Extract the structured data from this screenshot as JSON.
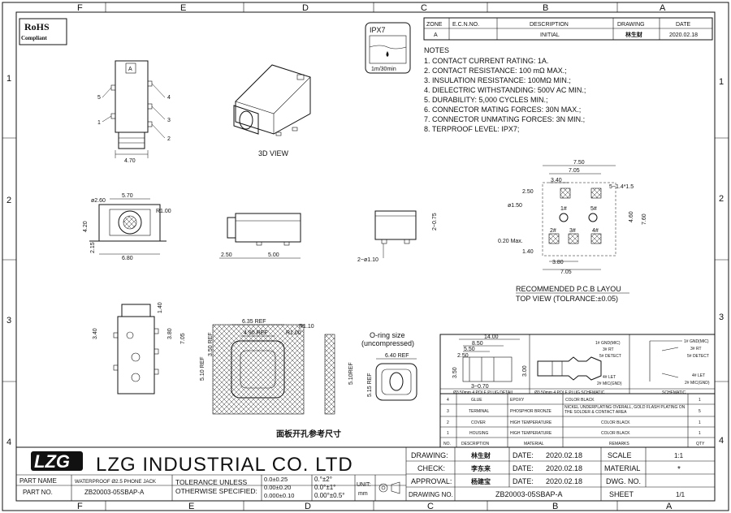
{
  "frame": {
    "columns": [
      "F",
      "E",
      "D",
      "C",
      "B",
      "A"
    ],
    "rows": [
      "1",
      "2",
      "3",
      "4"
    ]
  },
  "rohs": {
    "line1": "RoHS",
    "line2": "Compliant"
  },
  "ipx": {
    "label": "IPX7",
    "depth": "1m/30min"
  },
  "revision": {
    "headers": [
      "ZONE",
      "E.C.N.NO.",
      "DESCRIPTION",
      "DRAWING",
      "DATE"
    ],
    "row": {
      "zone": "A",
      "ecn": "",
      "description": "INITIAL",
      "drawing": "林生财",
      "date": "2020.02.18"
    }
  },
  "notes": {
    "title": "NOTES",
    "items": [
      "1. CONTACT CURRENT RATING: 1A.",
      "2. CONTACT RESISTANCE: 100 mΩ MAX.;",
      "3. INSULATION RESISTANCE: 100MΩ MIN.;",
      "4. DIELECTRIC WITHSTANDING: 500V AC MIN.;",
      "5. DURABILITY: 5,000 CYCLES MIN.;",
      "6. CONNECTOR MATING FORCES: 30N   MAX.;",
      "7. CONNECTOR UNMATING FORCES: 3N MIN.;",
      "8. TERPROOF LEVEL: IPX7;"
    ]
  },
  "views": {
    "view3d": "3D VIEW",
    "pcb_title": "RECOMMENDED P.C.B LAYOU",
    "pcb_sub": "TOP VIEW (TOLRANCE:±0.05)",
    "panel_title": "面板开孔参考尺寸",
    "oring": "O-ring size",
    "oring2": "(uncompressed)"
  },
  "dims": {
    "front_top": "A",
    "w470": "4.70",
    "d570": "5.70",
    "d260": "ø2.60",
    "r100": "R1.00",
    "d420": "4.20",
    "d215": "2.15",
    "d680": "6.80",
    "d250": "2.50",
    "d500": "5.00",
    "d075": "2~0.75",
    "d110": "2~ø1.10",
    "d140": "1.40",
    "d340": "3.40",
    "d380": "3.80",
    "d705": "7.05",
    "p750": "7.50",
    "p705": "7.05",
    "p340": "3.40",
    "p250": "2.50",
    "p514": "5~1.4*1.5",
    "p150": "ø1.50",
    "p460": "4.60",
    "p760": "7.60",
    "p020": "0.20 Max.",
    "p140": "1.40",
    "p380": "3.80",
    "p705b": "7.05",
    "pins": [
      "1#",
      "5#",
      "2#",
      "3#",
      "4#"
    ],
    "h635": "6.35 REF",
    "h490": "4.90 REF",
    "h350": "3.50 REF",
    "h510": "5.10 REF",
    "hR1": "R1.00",
    "hR2": "R1.10",
    "o640": "6.40 REF",
    "o510": "5.10REF",
    "o515": "5.15 REF",
    "pin_labels": [
      "5",
      "1",
      "4",
      "3",
      "2"
    ]
  },
  "plug": {
    "d1400": "14.00",
    "d850": "8.50",
    "d550": "5.50",
    "d250": "2.50",
    "d350": "3.50",
    "d370": "3~0.70",
    "d300": "3.00",
    "signals_left": [
      "1# GND(MIC)",
      "3# RT",
      "5# DETECT",
      "4# LET",
      "2# MIC(GND)"
    ],
    "signals_right": [
      "1# GND(MIC)",
      "3# RT",
      "5# DETECT",
      "4# LET",
      "2# MIC(GND)"
    ],
    "caption_detail": "Ø3.50mm 4 POLE PLUG DETAIL",
    "caption_schematic": "Ø3.50mm 4 POLE PLUG SCHEMATIC",
    "caption_sch2": "SCHEMATIC"
  },
  "bom": {
    "headers": [
      "NO.",
      "DESCRIPTION",
      "MATERIAL",
      "REMARKS",
      "QTY"
    ],
    "rows": [
      {
        "no": "4",
        "desc": "GLUE",
        "mat": "EPOXY",
        "remarks": "COLOR BLACK",
        "qty": "1"
      },
      {
        "no": "3",
        "desc": "TERMINAL",
        "mat": "PHOSPHOR BRONZE",
        "remarks": "NICKEL UNDERPLATING OVERALL, GOLD FLASH PLATING ON THE SOLDER & CONTACT AREA",
        "qty": "5"
      },
      {
        "no": "2",
        "desc": "COVER",
        "mat": "HIGH TEMPERATURE",
        "remarks": "COLOR BLACK",
        "qty": "1"
      },
      {
        "no": "1",
        "desc": "HOUSING",
        "mat": "HIGH TEMPERATURE",
        "remarks": "COLOR BLACK",
        "qty": "1"
      }
    ]
  },
  "title_block": {
    "logo": "LZG",
    "company": "LZG INDUSTRIAL CO. LTD",
    "part_name_label": "PART NAME",
    "part_name": "WATERPROOF Ø2.5 PHONE JACK",
    "part_no_label": "PART NO.",
    "part_no": "ZB20003-05SBAP-A",
    "tol_label1": "TOLERANCE UNLESS",
    "tol_label2": "OTHERWISE SPECIFIED:",
    "tol_lin": [
      "0.0±0.25",
      "0.00±0.20",
      "0.000±0.10"
    ],
    "tol_ang": [
      "0.°±2°",
      "0.0°±1°",
      "0.00°±0.5°"
    ],
    "unit_label": "UNIT:",
    "unit": "mm",
    "drawing_label": "DRAWING:",
    "drawing": "林生财",
    "check_label": "CHECK:",
    "check": "李东来",
    "approval_label": "APPROVAL:",
    "approval": "杨建宝",
    "date_label": "DATE:",
    "date": "2020.02.18",
    "scale_label": "SCALE",
    "scale": "1:1",
    "material_label": "MATERIAL",
    "material": "*",
    "dwg_label": "DWG. NO.",
    "dwg": "",
    "drawing_no_label": "DRAWING NO.",
    "drawing_no": "ZB20003-05SBAP-A",
    "sheet_label": "SHEET",
    "sheet": "1/1"
  }
}
